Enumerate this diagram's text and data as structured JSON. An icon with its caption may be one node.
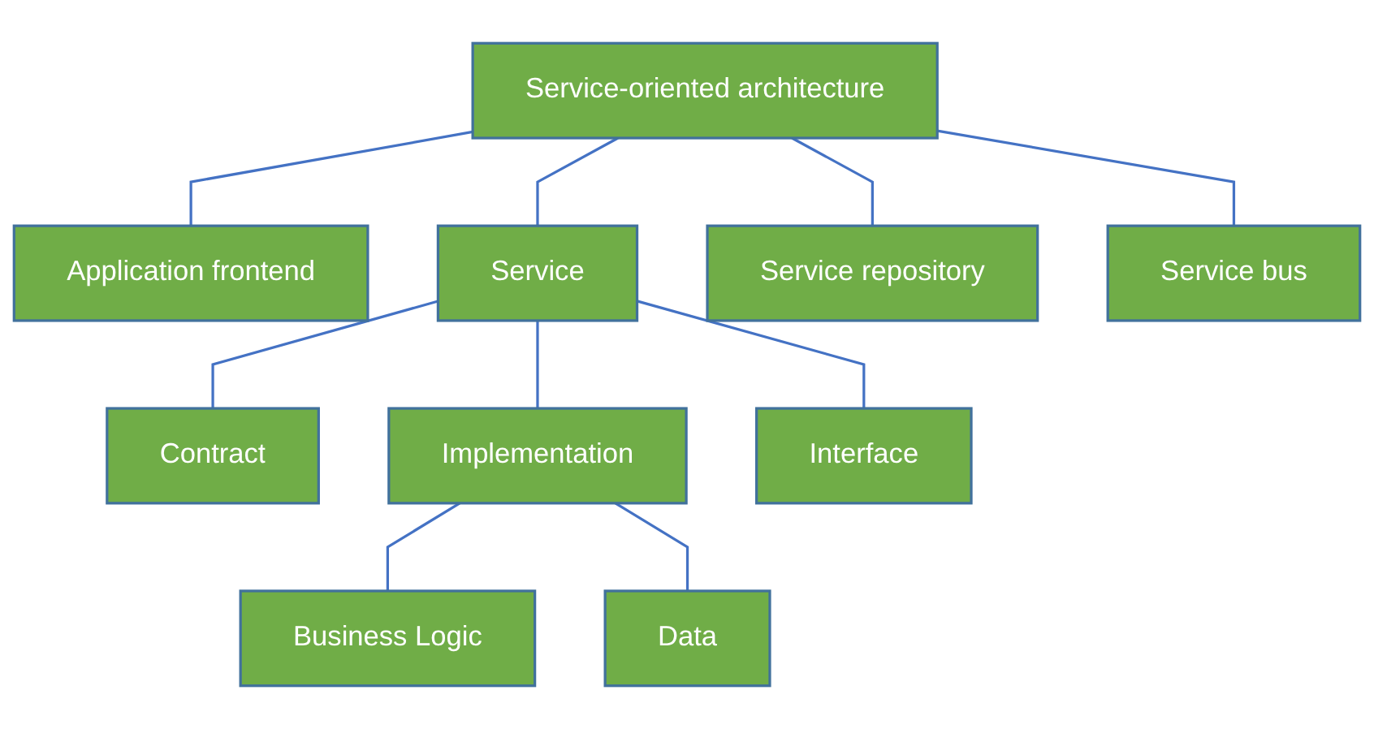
{
  "diagram": {
    "nodes": [
      {
        "text": [
          "Service-oriented architecture"
        ]
      },
      {
        "text": [
          "Application frontend"
        ]
      },
      {
        "text": [
          "Service"
        ]
      },
      {
        "text": [
          "Service repository"
        ]
      },
      {
        "text": [
          "Service bus"
        ]
      },
      {
        "text": [
          "Contract"
        ]
      },
      {
        "text": [
          "Implementation"
        ]
      },
      {
        "text": [
          "Interface"
        ]
      },
      {
        "text": [
          "Business Logic"
        ]
      },
      {
        "text": [
          "Data"
        ]
      }
    ],
    "edges": [
      {
        "from": 0,
        "to": 1,
        "arrow": "none"
      },
      {
        "from": 0,
        "to": 2,
        "arrow": "none"
      },
      {
        "from": 0,
        "to": 3,
        "arrow": "none"
      },
      {
        "from": 0,
        "to": 4,
        "arrow": "none"
      },
      {
        "from": 2,
        "to": 5,
        "arrow": "none"
      },
      {
        "from": 2,
        "to": 6,
        "arrow": "none"
      },
      {
        "from": 2,
        "to": 7,
        "arrow": "none"
      },
      {
        "from": 6,
        "to": 8,
        "arrow": "none"
      },
      {
        "from": 6,
        "to": 9,
        "arrow": "none"
      }
    ]
  }
}
